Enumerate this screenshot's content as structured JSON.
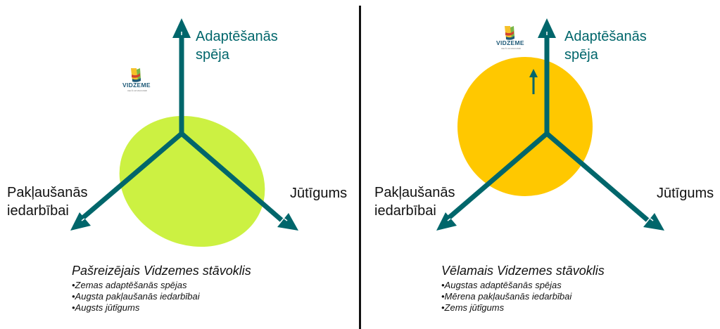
{
  "colors": {
    "axis": "#00666b",
    "current_blob": "#ccf142",
    "desired_blob": "#ffc800",
    "logo_yellow": "#f5c12a",
    "logo_green": "#7ab648",
    "logo_red": "#d2432f",
    "logo_blue": "#1f5a78"
  },
  "logo": {
    "brand": "VIDZEME",
    "tagline": "CELŠ UZ IZAUGSMI"
  },
  "current": {
    "axis_top_line1": "Adaptēšanās",
    "axis_top_line2": "spēja",
    "axis_left_line1": "Pakļaušanās",
    "axis_left_line2": "iedarbībai",
    "axis_right": "Jūtīgums",
    "title": "Pašreizējais Vidzemes stāvoklis",
    "items": [
      "•Zemas adaptēšanās spējas",
      "•Augsta pakļaušanās iedarbībai",
      "•Augsts jūtīgums"
    ]
  },
  "desired": {
    "axis_top_line1": "Adaptēšanās",
    "axis_top_line2": "spēja",
    "axis_left_line1": "Pakļaušanās",
    "axis_left_line2": "iedarbībai",
    "axis_right": "Jūtīgums",
    "title": "Vēlamais Vidzemes stāvoklis",
    "items": [
      "•Augstas adaptēšanās spējas",
      "•Mērena pakļaušanās iedarbībai",
      "•Zems jūtīgums"
    ]
  }
}
